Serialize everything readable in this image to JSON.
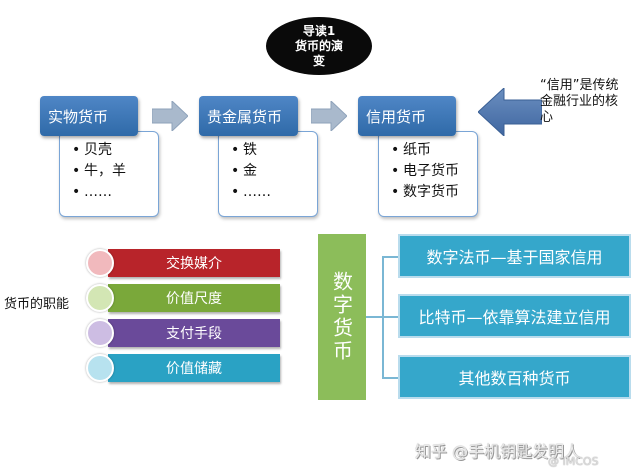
{
  "title": {
    "line1": "导读1",
    "line2": "货币的演",
    "line3": "变"
  },
  "stages": [
    {
      "label": "实物货币",
      "items": [
        "贝壳",
        "牛，羊",
        "……"
      ]
    },
    {
      "label": "贵金属货币",
      "items": [
        "铁",
        "金",
        "……"
      ]
    },
    {
      "label": "信用货币",
      "items": [
        "纸币",
        "电子货币",
        "数字货币"
      ]
    }
  ],
  "credit_note": "“信用”是传统金融行业的核心",
  "functions": {
    "title": "货币的职能",
    "items": [
      {
        "label": "交换媒介",
        "color": "#b8242a",
        "circle": "#f1b9bd"
      },
      {
        "label": "价值尺度",
        "color": "#7aa83a",
        "circle": "#d3e6b4"
      },
      {
        "label": "支付手段",
        "color": "#6a4a9a",
        "circle": "#cdbde3"
      },
      {
        "label": "价值储藏",
        "color": "#2aa2c4",
        "circle": "#b7e2ef"
      }
    ]
  },
  "digital": {
    "label": "数字货币",
    "items": [
      "数字法币—基于国家信用",
      "比特币—依靠算法建立信用",
      "其他数百种货币"
    ]
  },
  "watermark": {
    "text": "知乎 @手机钥匙发明人",
    "mark": "@ IMCOS"
  },
  "colors": {
    "stage_head": "#3e78b8",
    "digital_label": "#8cbd5a",
    "digital_item": "#35a7cb",
    "arrow": "#6f93bf"
  }
}
